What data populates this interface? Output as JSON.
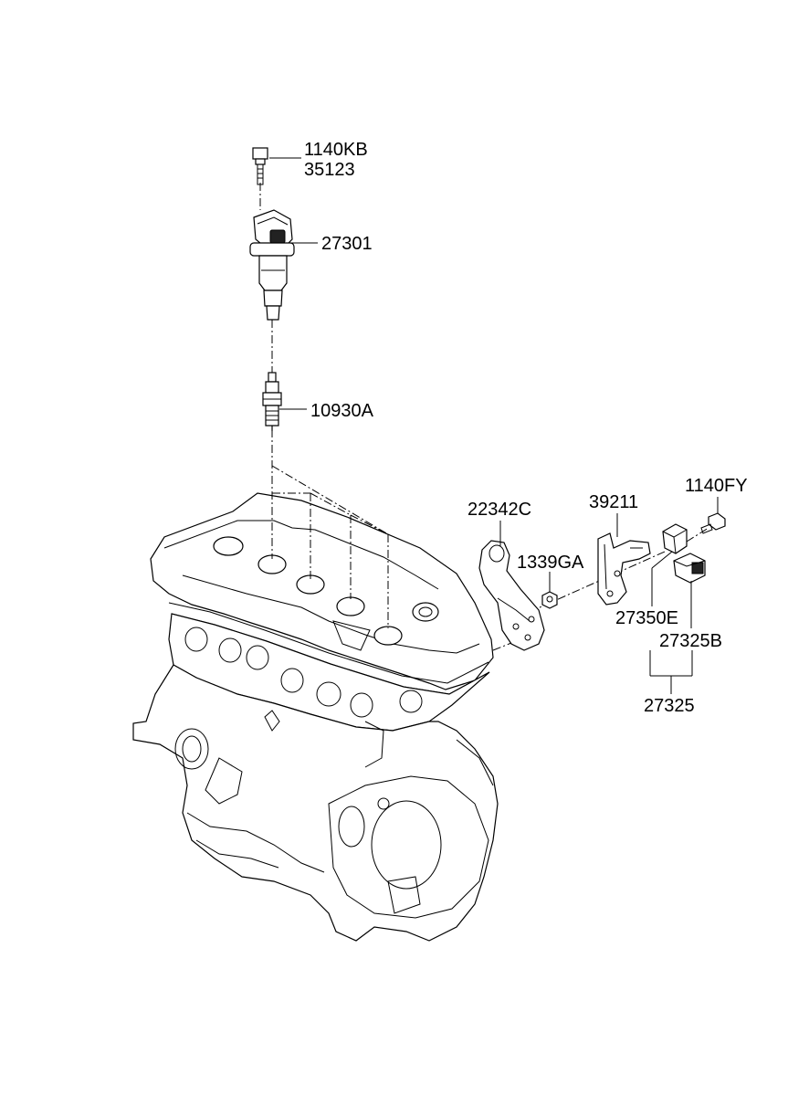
{
  "labels": {
    "bolt_upper": "1140KB",
    "bolt_lower": "35123",
    "ignition_coil": "27301",
    "spark_plug": "10930A",
    "bracket_left": "22342C",
    "nut": "1339GA",
    "bracket_right": "39211",
    "bolt_right": "1140FY",
    "sensor_a": "27350E",
    "sensor_b": "27325B",
    "sensor_assy": "27325"
  }
}
